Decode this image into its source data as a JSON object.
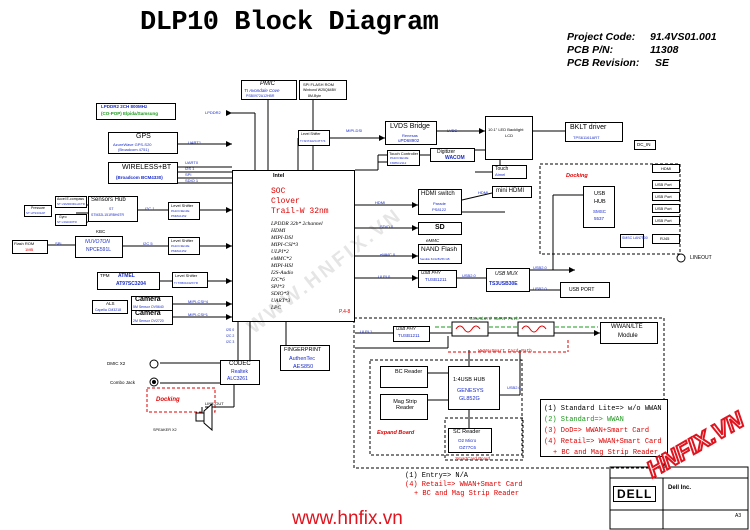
{
  "header": {
    "title": "DLP10 Block Diagram",
    "project_code_label": "Project Code:",
    "project_code": "91.4VS01.001",
    "pcb_pn_label": "PCB P/N:",
    "pcb_pn": "11308",
    "pcb_rev_label": "PCB Revision:",
    "pcb_rev": "SE"
  },
  "soc": {
    "vendor": "Intel",
    "name1": "SOC",
    "name2": "Clover",
    "name3": "Trail-W 32nm",
    "interfaces": [
      "LPDDR 32b* 2channel",
      "HDMI",
      "MIPI-DSI",
      "MIPI-CSI*3",
      "ULPI*2",
      "eMMC*2",
      "MIPI-HSI",
      "I2S-Audio",
      "I2C*6",
      "SPI*3",
      "SDIO*3",
      "UART*3",
      "LPC"
    ],
    "page": "P.4-8"
  },
  "pmic": {
    "title": "PMIC",
    "sub": "TI Avondale Cove",
    "part": "PSB0972A12HBR"
  },
  "spi_rom": {
    "title": "SPI FLASH ROM",
    "l1": "Winbond W25Q64BV",
    "l2": "8M-Byte"
  },
  "lpddr": {
    "l1": "LPDDR2 2CH 800MHz",
    "l2": "(CO-POP) Elpida/Samsung",
    "bus": "LPDDR2"
  },
  "gps": {
    "title": "GPS",
    "l1": "AzureWave GPS-S20",
    "l2": "(Broadcom 4751)",
    "bus": "UART1"
  },
  "wireless": {
    "title": "WIRELESS+BT",
    "l1": "(Broadcom BCM4330)",
    "bus1": "UART0",
    "bus2": "I2S 1",
    "bus3": "SPI",
    "bus4": "SDIO 1"
  },
  "sensors": {
    "title": "Sensors Hub",
    "l1": "ST",
    "l2": "STM32L151RBH6TR",
    "bus": "I2C 1"
  },
  "accel": {
    "title": "Accel E-compass",
    "l1": "ST LSM303DLHCTR"
  },
  "pressure": {
    "title": "Pressure",
    "l1": "ST LPS331AP"
  },
  "gyro": {
    "title": "Gyro",
    "l1": "ST L3GD20TR"
  },
  "kbc": {
    "title": "KBC",
    "l1": "NUVOTON",
    "l2": "NPCE591L",
    "bus": "I2C 5"
  },
  "flash_rom": {
    "title": "Flash ROM",
    "l1": "1MB",
    "bus": "SPI"
  },
  "tpm": {
    "title": "TPM",
    "l1": "ATMEL",
    "l2": "AT97SC3204"
  },
  "level_shifters": [
    {
      "l1": "Level Shifter",
      "l2": "PA1FC3E13E",
      "l3": "PMMA1152"
    },
    {
      "l1": "Level Shifter",
      "l2": "PA1FC3E13E",
      "l3": "PMMA1152"
    },
    {
      "l1": "Level Shifter",
      "l2": "TI TXB0104ZXYR"
    }
  ],
  "als": {
    "title": "ALS",
    "l1": "Capella CM3218"
  },
  "camera1": {
    "title": "Camera",
    "l1": "5M Sensor OV5640",
    "bus": "MIPI-CSI*4"
  },
  "camera2": {
    "title": "Camera",
    "l1": "2M Sensor OV2720",
    "bus": "MIPI-CSI*1"
  },
  "level_shift_hdmi": {
    "l1": "Level Shifter",
    "l2": "TI SN74AVC4T774"
  },
  "lvds_bridge": {
    "title": "LVDS Bridge",
    "l1": "Renesas",
    "l2": "uPD68902",
    "bus_in": "MIPI-DSI",
    "bus_out": "LVDS"
  },
  "lcd": {
    "l1": "10.1\" LED Backlight",
    "l2": "LCD"
  },
  "bklt": {
    "title": "BKLT driver",
    "l1": "TPS61161ART"
  },
  "touch_ctrl": {
    "title": "Touch Controller",
    "l1": "PA1FC3E13E",
    "l2": "FM86C2112"
  },
  "digitizer": {
    "title": "Digitizer",
    "l1": "WACOM"
  },
  "touch": {
    "title": "Touch",
    "l1": "Atmel"
  },
  "hdmi_switch": {
    "title": "HDMI switch",
    "l1": "Parade",
    "l2": "PS8122",
    "bus": "HDMI"
  },
  "mini_hdmi": {
    "title": "mini HDMI",
    "bus": "HDMI"
  },
  "sd": {
    "title": "SD",
    "bus": "SDIO 0"
  },
  "emmc": {
    "title": "NAND Flash",
    "pre": "eMMC",
    "l1": "Sandisk 64/128/256 GB",
    "bus": "eMMC 0"
  },
  "usb_phy": {
    "title": "USB PHY",
    "l1": "TUSB1211",
    "bus_in": "ULPI 0"
  },
  "usb_mux": {
    "title": "USB MUX",
    "l1": "TS3USB30E",
    "bus1": "USB2.0",
    "bus2": "USB2.0",
    "bus3": "USB2.0"
  },
  "usb_port": {
    "title": "USB PORT"
  },
  "docking_right": {
    "title": "Docking",
    "hub_l1": "USB",
    "hub_l2": "HUB",
    "hub_l3": "SMSC",
    "hub_l4": "5537",
    "dc_in": "DC_IN",
    "hdmi": "HDMI",
    "ports": [
      "USB Port",
      "USB Port",
      "USB Port",
      "USB Port"
    ],
    "rj45": "RJ45",
    "lan": "LAN",
    "lan_chip": "SMSC LAN7500"
  },
  "lineout": {
    "title": "LINEOUT"
  },
  "wwan": {
    "title": "WWAN/LTE",
    "l1": "Module",
    "standard_path": "Standard WWAN Path",
    "smartcard_path": "WWAN+Smart Card Path"
  },
  "usb_phy2": {
    "title": "USB PHY",
    "l1": "TUSB1211",
    "bus": "ULPI 1"
  },
  "codec": {
    "title": "CODEC",
    "l1": "Realtek",
    "l2": "ALC3261",
    "bus": "I2S 0",
    "bus2": "I2C 2",
    "bus3": "I2C 3"
  },
  "dmic": {
    "title": "DMIC X2"
  },
  "combo_jack": {
    "title": "Combo Jack"
  },
  "docking_left": {
    "title": "Docking",
    "line": "LINE-OUT"
  },
  "speaker": {
    "title": "SPEAKER X2"
  },
  "fingerprint": {
    "title": "FINGERPRINT",
    "l1": "AuthenTec",
    "l2": "AES850"
  },
  "expand_board": {
    "title": "Expand Board",
    "bc_reader": "BC Reader",
    "mag": "Mag Strip Reader",
    "usb_hub": "1:4USB HUB",
    "hub_l1": "GENESYS",
    "hub_l2": "GL852G",
    "sc_reader": "SC Reader",
    "sc_l1": "O2 Micro",
    "sc_l2": "OZ77C6",
    "smartcard": "SmartCard Board",
    "usb": "USB2.0"
  },
  "legend_right": [
    "(1) Standard Lite=> w/o WWAN",
    "(2) Standard=> WWAN",
    "(3) DoD=> WWAN+Smart Card",
    "(4) Retail=> WWAN+Smart Card",
    "+ BC and Mag Strip Reader"
  ],
  "legend_bottom": [
    "(1) Entry=> N/A",
    "(4) Retail=> WWAN+Smart Card",
    "+ BC and Mag Strip Reader"
  ],
  "titleblock": {
    "logo": "DELL",
    "company": "Dell Inc.",
    "sheet": "A3"
  },
  "watermark": {
    "text": "www.hnfix.vn",
    "big": "HNFIX.VN",
    "mid": "WWW.HNFIX.VN"
  },
  "colors": {
    "blue": "#1a2cc8",
    "red": "#e00000",
    "green": "#1a9a1a",
    "dark": "#000000",
    "watermark_red": "#e0141e"
  }
}
